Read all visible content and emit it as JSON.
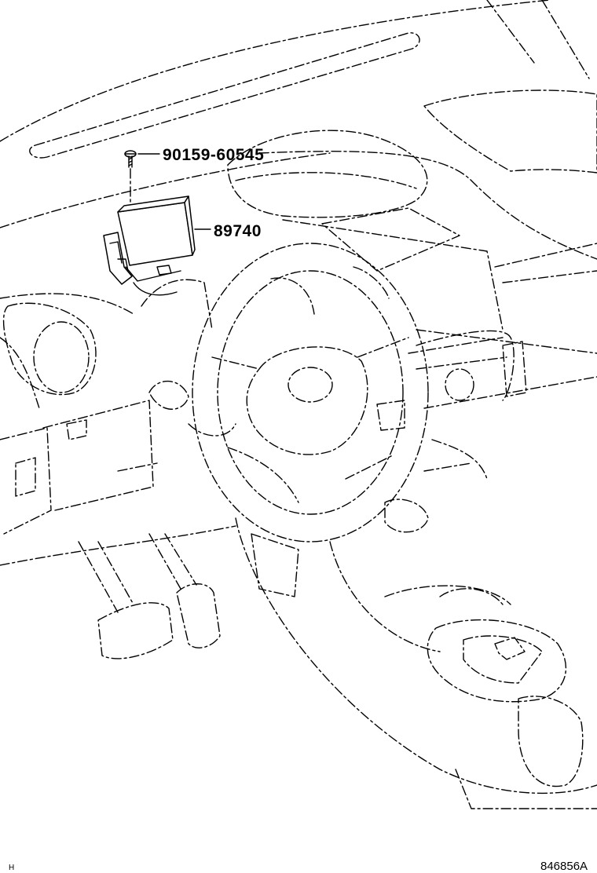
{
  "diagram": {
    "callouts": [
      {
        "part_number": "90159-60545"
      },
      {
        "part_number": "89740"
      }
    ],
    "corner_mark": "H",
    "figure_id": "846856A"
  }
}
